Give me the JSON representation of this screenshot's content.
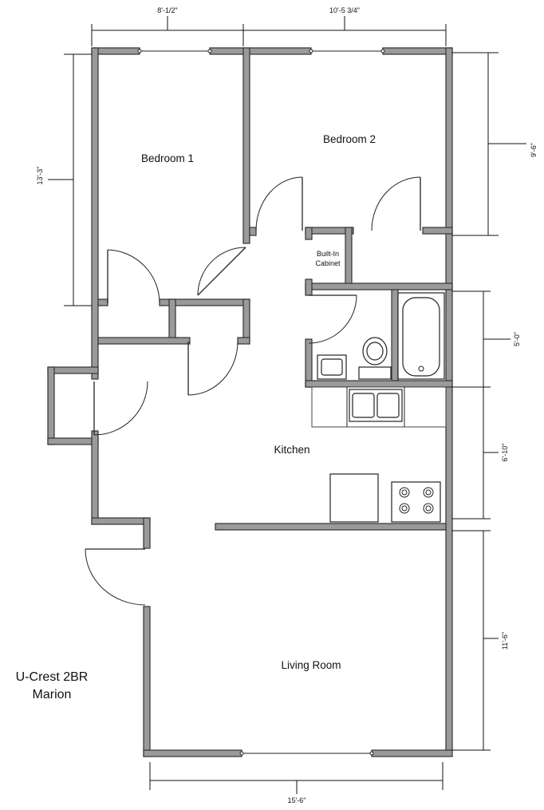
{
  "rooms": {
    "bedroom1": "Bedroom 1",
    "bedroom2": "Bedroom 2",
    "cabinet_line1": "Built-In",
    "cabinet_line2": "Cabinet",
    "kitchen": "Kitchen",
    "living": "Living Room"
  },
  "dimensions": {
    "top_left": "8'-1/2\"",
    "top_right": "10'-5 3/4\"",
    "left": "13'-3\"",
    "right_bed2": "9'-6\"",
    "right_bath": "5'-0\"",
    "right_kitchen": "6'-10\"",
    "right_living": "11'-6\"",
    "bottom": "15'-6\""
  },
  "title": {
    "line1": "U-Crest 2BR",
    "line2": "Marion"
  },
  "colors": {
    "wall": "#9a9a9a",
    "outline": "#333333"
  }
}
